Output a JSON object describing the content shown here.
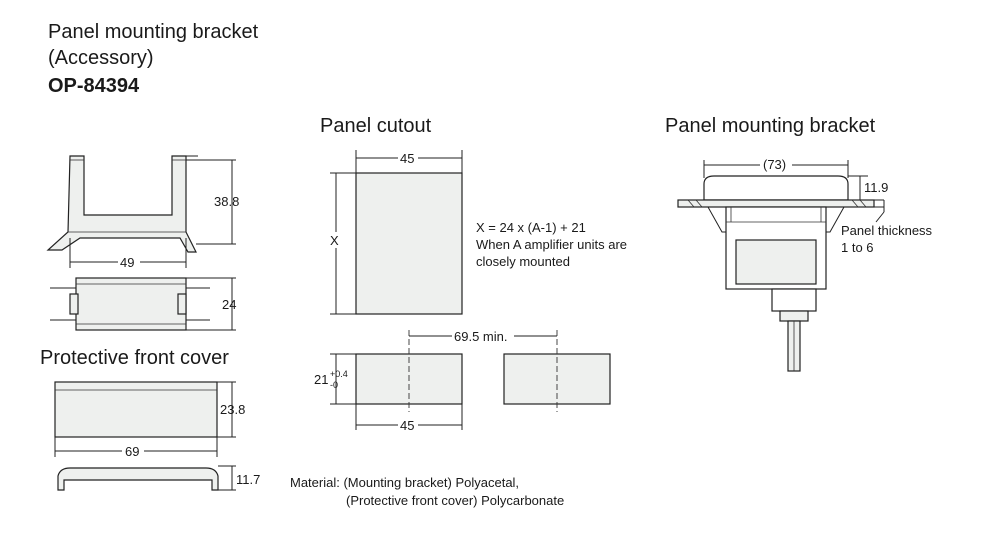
{
  "header": {
    "title_line1": "Panel mounting bracket",
    "title_line2": "(Accessory)",
    "part_number": "OP-84394"
  },
  "sections": {
    "panel_cutout": "Panel cutout",
    "panel_mounting_bracket": "Panel mounting bracket",
    "protective_front_cover": "Protective front cover"
  },
  "dimensions": {
    "bracket_height": "38.8",
    "bracket_width": "49",
    "bracket_depth": "24",
    "cover_height": "23.8",
    "cover_width": "69",
    "cover_depth": "11.7",
    "cutout_width_top": "45",
    "cutout_x": "X",
    "pitch": "69.5 min.",
    "cutout_height": "21",
    "tol_plus": "+0.4",
    "tol_minus": "-0",
    "cutout_width_bottom": "45",
    "mount_width": "(73)",
    "mount_height": "11.9"
  },
  "notes": {
    "formula": "X = 24 x (A-1) + 21",
    "formula_line2": "When A amplifier units are",
    "formula_line3": "closely mounted",
    "panel_thickness_1": "Panel thickness",
    "panel_thickness_2": "1 to 6",
    "material_1": "Material: (Mounting bracket) Polyacetal,",
    "material_2": "(Protective front cover) Polycarbonate"
  }
}
